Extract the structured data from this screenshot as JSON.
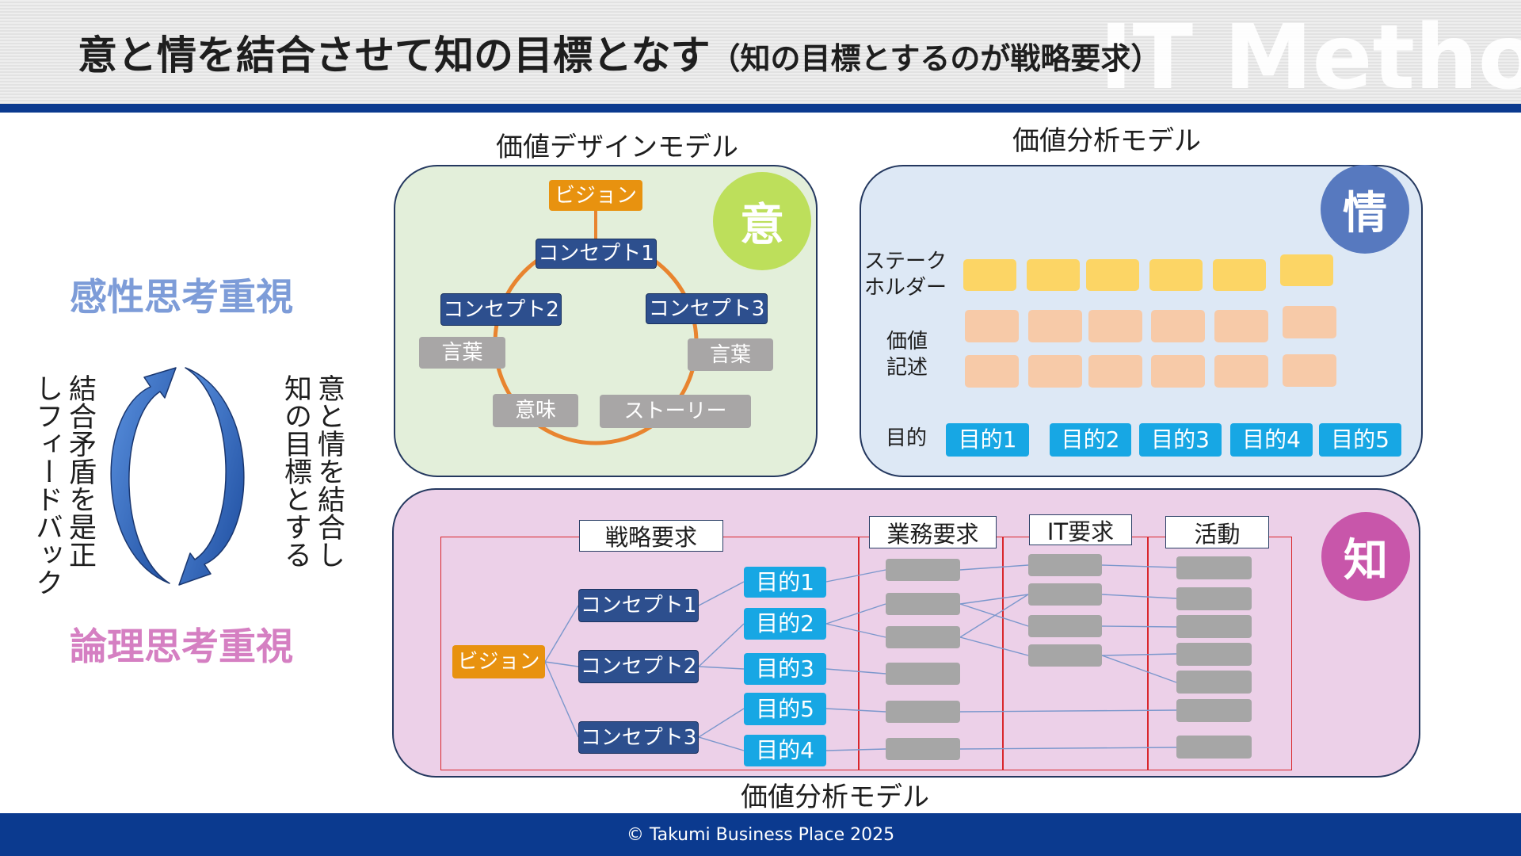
{
  "header": {
    "title_main": "意と情を結合させて知の目標となす",
    "title_sub": "（知の目標とするのが戦略要求）",
    "watermark": "IT Method"
  },
  "left": {
    "top_label": "感性思考重視",
    "bottom_label": "論理思考重視",
    "feedback_text": [
      "結合矛盾を是正",
      "しフィードバック"
    ],
    "combine_text": [
      "意と情を結合し",
      "知の目標とする"
    ]
  },
  "design_model": {
    "title": "価値デザインモデル",
    "badge": "意",
    "vision": "ビジョン",
    "concepts": [
      "コンセプト1",
      "コンセプト2",
      "コンセプト3"
    ],
    "words_left": "言葉",
    "words_right": "言葉",
    "meaning": "意味",
    "story": "ストーリー"
  },
  "analysis_model": {
    "title": "価値分析モデル",
    "badge": "情",
    "stakeholder_label": [
      "ステーク",
      "ホルダー"
    ],
    "value_label": [
      "価値",
      "記述"
    ],
    "purpose_label": "目的",
    "purposes": [
      "目的1",
      "目的2",
      "目的3",
      "目的4",
      "目的5"
    ]
  },
  "knowledge_model": {
    "title": "価値分析モデル",
    "badge": "知",
    "columns": {
      "strategy": "戦略要求",
      "business": "業務要求",
      "it": "IT要求",
      "activity": "活動"
    },
    "vision": "ビジョン",
    "concepts": [
      "コンセプト1",
      "コンセプト2",
      "コンセプト3"
    ],
    "purposes": [
      "目的1",
      "目的2",
      "目的3",
      "目的5",
      "目的4"
    ]
  },
  "footer": {
    "copyright": "© Takumi Business Place 2025"
  },
  "colors": {
    "brand_blue": "#0b3a8f",
    "sensory_label": "#7d9cd8",
    "logic_label": "#d57fc2",
    "design_panel": "#e3efda",
    "analysis_panel": "#dde8f5",
    "knowledge_panel": "#ecd0e8",
    "badge_intent": "#bddf5b",
    "badge_emotion": "#5779bf",
    "badge_knowledge": "#c856aa",
    "vision": "#e8920f",
    "concept": "#2d4f8e",
    "word": "#a8a6a6",
    "purpose": "#17a7e4",
    "stakeholder": "#fcd565",
    "value_statement": "#f7caa8",
    "placeholder_gray": "#a6a6a6",
    "ring": "#e8842f",
    "frame_red": "#d9262c",
    "connector": "#7b97cc"
  }
}
